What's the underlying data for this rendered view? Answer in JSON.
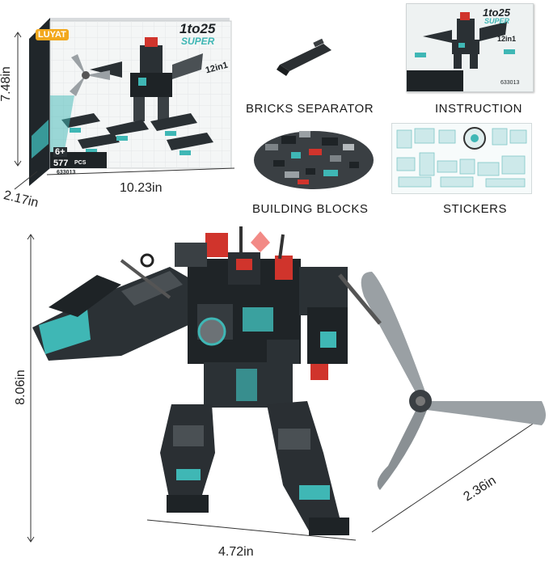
{
  "box": {
    "brand": "LUYAT",
    "title": "1to25",
    "subtitle": "SUPER",
    "badge": "12in1",
    "age": "6+",
    "pieces": "577",
    "pieces_unit": "PCS",
    "model_no": "633013"
  },
  "instruction_booklet": {
    "title": "1to25",
    "subtitle": "SUPER",
    "badge": "12in1",
    "model_no": "633013"
  },
  "contents": {
    "bricks_separator": "BRICKS SEPARATOR",
    "instruction": "INSTRUCTION",
    "building_blocks": "BUILDING BLOCKS",
    "stickers": "STICKERS"
  },
  "dimensions": {
    "box_height": "7.48in",
    "box_depth": "2.17in",
    "box_width": "10.23in",
    "robot_height": "8.06in",
    "robot_width": "4.72in",
    "robot_depth": "2.36in"
  },
  "colors": {
    "teal": "#3fb7b5",
    "black": "#1e2326",
    "gray": "#8a9094",
    "red": "#d0342c"
  }
}
